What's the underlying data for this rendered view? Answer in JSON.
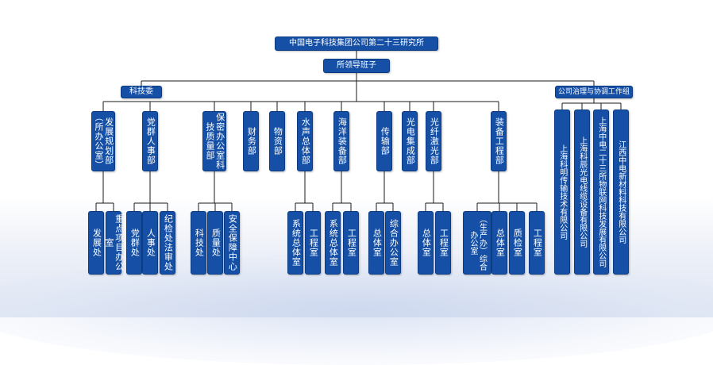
{
  "diagram": {
    "root": "中国电子科技集团公司第二十三研究所",
    "leadership": "所领导班子",
    "keji_bian": "科技委",
    "company_group": "公司治理与协调工作组",
    "departments": [
      {
        "key": "fazhan",
        "label": "发展规划部（所办公室）",
        "children": [
          "发展处",
          "重点项目办公室"
        ]
      },
      {
        "key": "dangqun",
        "label": "党群人事部",
        "children": [
          "党群处",
          "人事处",
          "纪检处法审处"
        ]
      },
      {
        "key": "baomi",
        "label": "保密办公室科技质量部",
        "children": [
          "科技处",
          "质量处",
          "安全保障中心"
        ]
      },
      {
        "key": "caiwu",
        "label": "财务部",
        "children": []
      },
      {
        "key": "wuzi",
        "label": "物资部",
        "children": []
      },
      {
        "key": "shuisheng",
        "label": "水声总体部",
        "children": [
          "系统总体室",
          "工程室"
        ]
      },
      {
        "key": "haiyang",
        "label": "海洋装备部",
        "children": [
          "系统总体室",
          "工程室"
        ]
      },
      {
        "key": "chuanshu",
        "label": "传输部",
        "children": [
          "总体室",
          "综合办公室"
        ]
      },
      {
        "key": "guangdian",
        "label": "光电集成部",
        "children": []
      },
      {
        "key": "guangxian",
        "label": "光纤激光部",
        "children": [
          "总体室",
          "工程室"
        ]
      },
      {
        "key": "zhuangbei",
        "label": "装备工程部",
        "children": [
          "（生产办）综合办公室",
          "总体室",
          "质检室",
          "工程室"
        ]
      }
    ],
    "companies": [
      "上海科明传输技术有限公司",
      "上海科辰光电线缆设备有限公司",
      "上海中电二十三所物联网科技发展有限公司",
      "江西中电新材料科技有限公司"
    ]
  }
}
